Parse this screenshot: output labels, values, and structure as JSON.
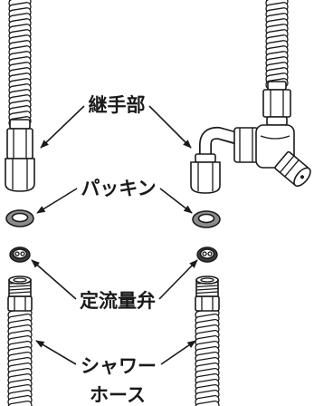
{
  "labels": {
    "joint": "継手部",
    "packing": "パッキン",
    "flow_valve": "定流量弁",
    "shower_hose": [
      "シャワー",
      "ホース"
    ]
  },
  "colors": {
    "line": "#1a1a1a",
    "background": "#ffffff",
    "washer_fill": "#8c8c8c",
    "valve_rim": "#3c3c3c"
  }
}
